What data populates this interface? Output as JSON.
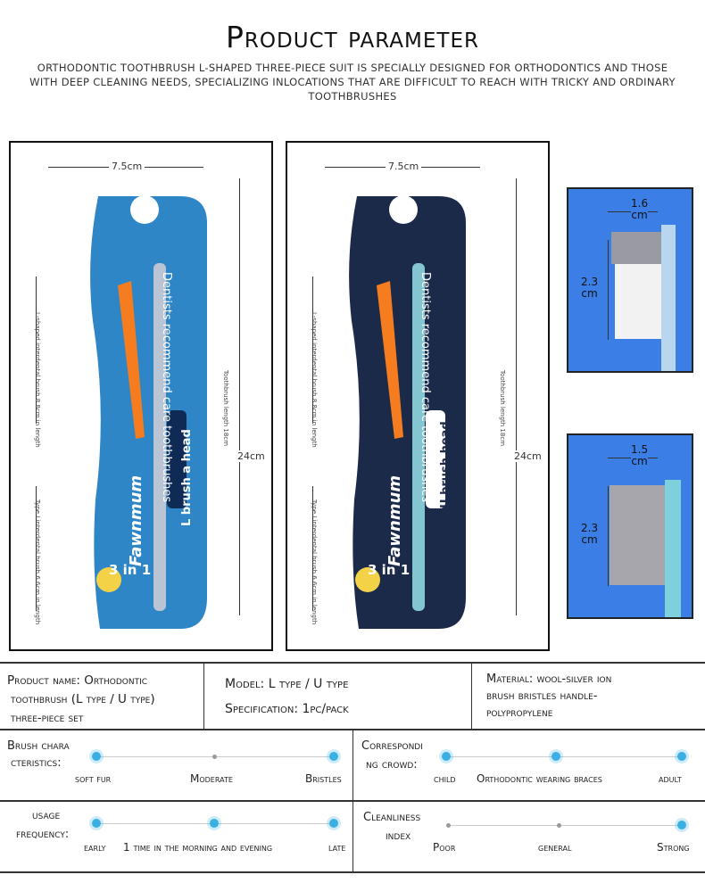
{
  "header": {
    "title": "Product parameter",
    "subtitle": "Orthodontic toothbrush L-shaped three-piece suit is specially designed for orthodontics and those with deep cleaning needs, specializing inlocations that are difficult to reach with tricky and ordinary toothbrushes"
  },
  "panel_l": {
    "width_label": "7.5cm",
    "height_label": "24cm",
    "brush_length": "Toothbrush length 18cm",
    "l_brush": "L-shaped interdental brush 8.8cm in length",
    "i_brush": "Type I interdental brush 6.6cm in length",
    "pack_tag": "L brush a head",
    "brand": "Fawnmum",
    "slogan": "Dentists recommend care toothbrushes",
    "count": "3 in 1",
    "colors": {
      "card": "#2e86c6",
      "brush": "#f57c1f"
    }
  },
  "panel_u": {
    "width_label": "7.5cm",
    "height_label": "24cm",
    "brush_length": "Toothbrush length 18cm",
    "l_brush": "L-shaped interdental brush 8.8cm in length",
    "i_brush": "Type I interdental brush 6.6cm in length",
    "pack_tag": "U brush head",
    "brand": "Fawnmum",
    "slogan": "Dentists recommend care toothbrushes",
    "count": "3 in 1",
    "colors": {
      "card": "#1c2a4a",
      "brush": "#f57c1f"
    }
  },
  "zoom_top": {
    "width": "1.6\ncm",
    "height": "2.3\ncm"
  },
  "zoom_bottom": {
    "width": "1.5\ncm",
    "height": "2.3\ncm"
  },
  "specs": {
    "name_label": "Product name: Orthodontic",
    "name_line2": "toothbrush (L type / U type)",
    "name_line3": "three-piece set",
    "model": "Model: L type / U type",
    "spec": "Specification: 1pc/pack",
    "material_1": "Material: wool-silver ion",
    "material_2": "brush bristles handle-",
    "material_3": "polypropylene"
  },
  "scales": {
    "bristles": {
      "label_1": "Brush chara",
      "label_2": "cteristics:",
      "levels": [
        "soft fur",
        "Moderate",
        "Bristles"
      ],
      "selected": [
        0,
        2
      ]
    },
    "crowd": {
      "label_1": "Correspondi",
      "label_2": "ng crowd:",
      "levels": [
        "child",
        "Orthodontic wearing braces",
        "adult"
      ],
      "selected": [
        0,
        1,
        2
      ]
    },
    "usage": {
      "label_1": "usage",
      "label_2": "frequency:",
      "levels": [
        "early",
        "1 time in the morning and evening",
        "late"
      ],
      "selected": [
        0,
        1,
        2
      ]
    },
    "clean": {
      "label_1": "Cleanliness",
      "label_2": "index",
      "levels": [
        "Poor",
        "general",
        "Strong"
      ],
      "selected": [
        2
      ]
    }
  }
}
